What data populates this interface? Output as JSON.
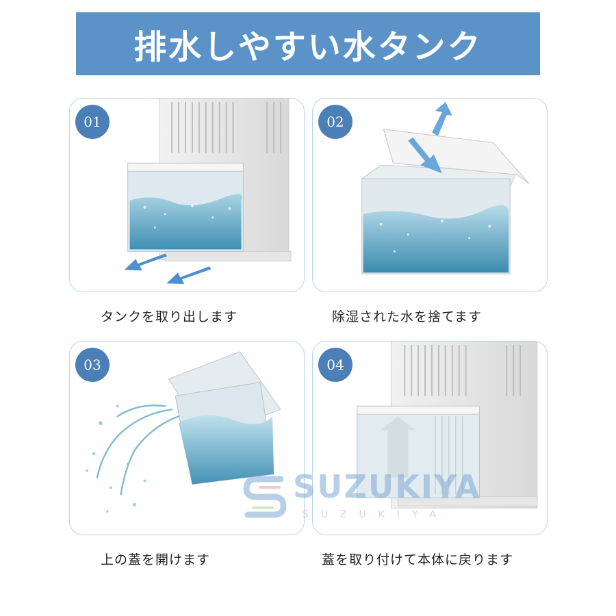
{
  "banner": {
    "title": "排水しやすい水タンク"
  },
  "steps": [
    {
      "number": "01",
      "caption": "タンクを取り出します"
    },
    {
      "number": "02",
      "caption": "除湿された水を捨てます"
    },
    {
      "number": "03",
      "caption": "上の蓋を開けます"
    },
    {
      "number": "04",
      "caption": "蓋を取り付けて本体に戻ります"
    }
  ],
  "watermark": {
    "main": "SUZUKIYA",
    "sub": "SUZUKIYA"
  },
  "colors": {
    "banner": "#5b93c9",
    "badge": "#4a7fb8",
    "panel_border": "#b9d3ec",
    "water": "#6fb0cc"
  }
}
